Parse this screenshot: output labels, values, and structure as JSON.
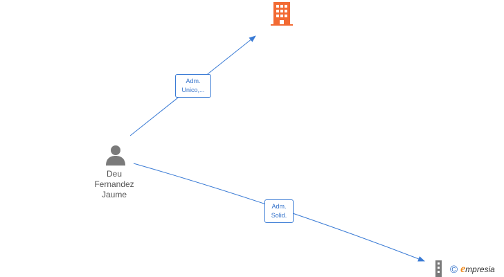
{
  "diagram": {
    "nodes": {
      "person": {
        "name_lines": [
          "Deu",
          "Fernandez",
          "Jaume"
        ],
        "icon": "person-icon",
        "color": "#7a7a7a"
      },
      "company_top": {
        "icon": "building-icon",
        "color": "#f26a33"
      },
      "company_bottom": {
        "icon": "building-icon",
        "color": "#7a7a7a"
      }
    },
    "edges": [
      {
        "from": "person",
        "to": "company_top",
        "label_lines": [
          "Adm.",
          "Unico,..."
        ]
      },
      {
        "from": "person",
        "to": "company_bottom",
        "label_lines": [
          "Adm.",
          "Solid."
        ]
      }
    ],
    "edge_color": "#3a7bd5"
  },
  "brand": {
    "copyright": "©",
    "logo_initial": "e",
    "logo_rest": "mpresia"
  }
}
